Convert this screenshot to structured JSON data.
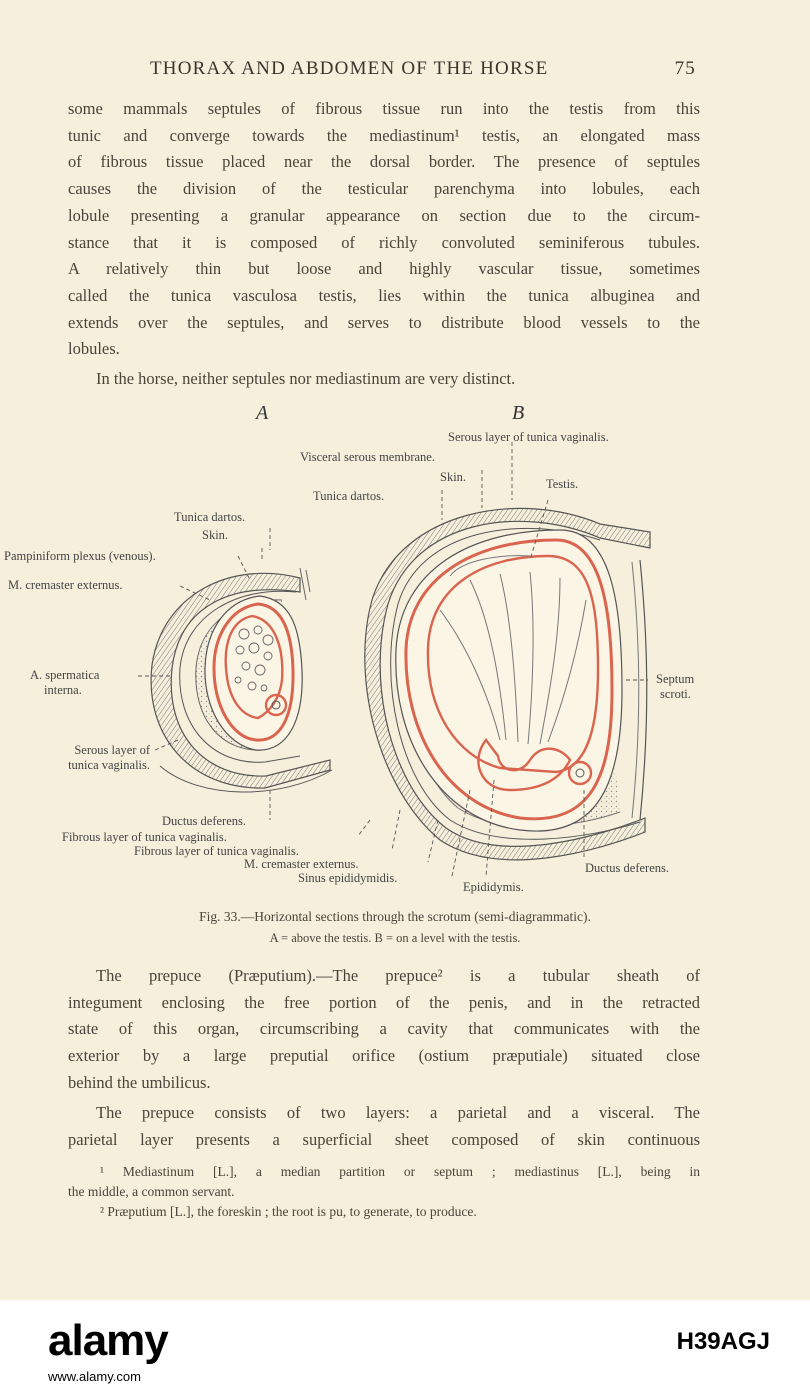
{
  "running_head": {
    "title": "THORAX AND ABDOMEN OF THE HORSE",
    "page_number": "75"
  },
  "paragraph1_lines": [
    "some mammals septules of fibrous tissue run into the testis from this",
    "tunic and converge towards the mediastinum¹ testis, an elongated mass",
    "of fibrous tissue placed near the dorsal border.  The presence of septules",
    "causes the division of the testicular parenchyma into lobules, each",
    "lobule presenting a granular appearance on section due to the circum-",
    "stance that it is composed of richly convoluted seminiferous tubules.",
    "A relatively thin but loose and highly vascular tissue, sometimes",
    "called the tunica vasculosa testis, lies within the tunica albuginea and",
    "extends over the septules, and serves to distribute blood vessels to the",
    "lobules."
  ],
  "paragraph2": "In the horse, neither septules nor mediastinum are very distinct.",
  "figure": {
    "letter_a": "A",
    "letter_b": "B",
    "labels_a": {
      "tunica_dartos": "Tunica dartos.",
      "skin": "Skin.",
      "pampiniform": "Pampiniform plexus (venous).",
      "cremaster": "M. cremaster externus.",
      "spermatica_1": "A. spermatica",
      "spermatica_2": "interna.",
      "serous_1": "Serous layer of",
      "serous_2": "tunica vaginalis.",
      "ductus": "Ductus deferens.",
      "fibrous": "Fibrous layer of tunica vaginalis."
    },
    "labels_b": {
      "serous": "Serous layer of tunica vaginalis.",
      "visceral": "Visceral serous membrane.",
      "skin": "Skin.",
      "testis": "Testis.",
      "tunica_dartos": "Tunica dartos.",
      "septum_1": "Septum",
      "septum_2": "scroti.",
      "fibrous": "Fibrous layer of tunica vaginalis.",
      "cremaster": "M. cremaster externus.",
      "sinus": "Sinus epididymidis.",
      "epididymis": "Epididymis.",
      "ductus": "Ductus deferens."
    },
    "caption_line1": "Fig. 33.—Horizontal sections through the scrotum (semi-diagrammatic).",
    "caption_line2": "A = above the testis.  B = on a level with the testis."
  },
  "prepuce_lines": [
    "The prepuce (Præputium).—The prepuce² is a tubular sheath of",
    "integument enclosing the free portion of the penis, and in the retracted",
    "state of this organ, circumscribing a cavity that communicates with the",
    "exterior by a large preputial orifice (ostium præputiale) situated close",
    "behind the umbilicus."
  ],
  "layers_lines": [
    "The prepuce consists of two layers: a parietal and a visceral.  The",
    "parietal layer presents a superficial sheet composed of skin continuous"
  ],
  "footnotes": {
    "fn1_line1": "¹ Mediastinum [L.], a median partition or septum ; mediastinus [L.], being in",
    "fn1_line2": "the middle, a common servant.",
    "fn2": "² Præputium [L.], the foreskin ; the root is pu, to generate, to produce."
  },
  "watermark": {
    "brand": "alamy",
    "code": "H39AGJ",
    "url": "www.alamy.com"
  },
  "colors": {
    "paper": "#f6efdc",
    "ink": "#3a332c",
    "red_line": "#d9654f"
  }
}
